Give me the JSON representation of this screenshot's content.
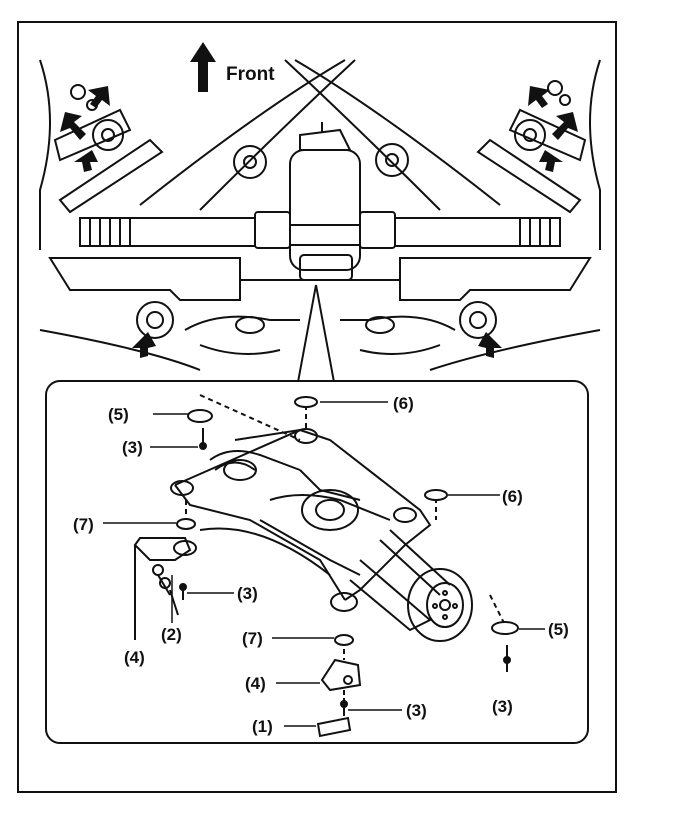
{
  "header": {
    "front_label": "Front"
  },
  "callouts": {
    "c1": "(1)",
    "c2": "(2)",
    "c3a": "(3)",
    "c3b": "(3)",
    "c3c": "(3)",
    "c3d": "(3)",
    "c4a": "(4)",
    "c4b": "(4)",
    "c5a": "(5)",
    "c5b": "(5)",
    "c6a": "(6)",
    "c6b": "(6)",
    "c7a": "(7)",
    "c7b": "(7)"
  },
  "icons": {
    "front_arrow": "arrow-up-icon",
    "mount_arrows": "arrow-icon"
  },
  "colors": {
    "line": "#111111",
    "paper": "#ffffff"
  }
}
